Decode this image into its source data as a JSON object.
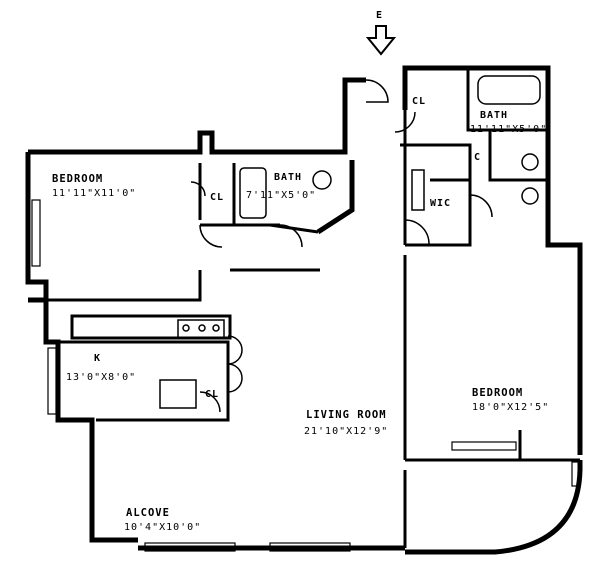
{
  "entry_marker": "E",
  "rooms": {
    "bedroom_left": {
      "name": "BEDROOM",
      "dims": "11'11\"X11'0\""
    },
    "closet_a": {
      "name": "CL"
    },
    "bath_center": {
      "name": "BATH",
      "dims": "7'11\"X5'0\""
    },
    "closet_b": {
      "name": "CL"
    },
    "wic": {
      "name": "WIC"
    },
    "closet_c": {
      "name": "C"
    },
    "bath_right": {
      "name": "BATH",
      "dims": "11'11\"X5'0\""
    },
    "kitchen": {
      "name": "K",
      "dims": "13'0\"X8'0\""
    },
    "closet_d": {
      "name": "CL"
    },
    "living_room": {
      "name": "LIVING ROOM",
      "dims": "21'10\"X12'9\""
    },
    "bedroom_right": {
      "name": "BEDROOM",
      "dims": "18'0\"X12'5\""
    },
    "alcove": {
      "name": "ALCOVE",
      "dims": "10'4\"X10'0\""
    }
  }
}
